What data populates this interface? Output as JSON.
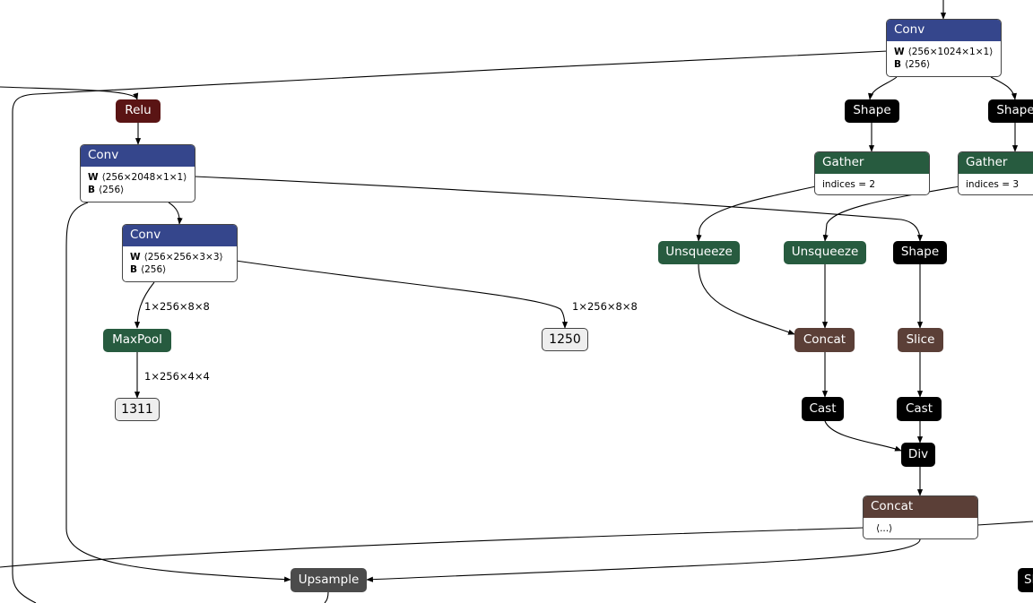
{
  "nodes": {
    "conv_top": {
      "title": "Conv",
      "attrs": [
        {
          "key": "W",
          "value": "⟨256×1024×1×1⟩"
        },
        {
          "key": "B",
          "value": "⟨256⟩"
        }
      ]
    },
    "relu": {
      "title": "Relu"
    },
    "conv_left": {
      "title": "Conv",
      "attrs": [
        {
          "key": "W",
          "value": "⟨256×2048×1×1⟩"
        },
        {
          "key": "B",
          "value": "⟨256⟩"
        }
      ]
    },
    "conv_mid": {
      "title": "Conv",
      "attrs": [
        {
          "key": "W",
          "value": "⟨256×256×3×3⟩"
        },
        {
          "key": "B",
          "value": "⟨256⟩"
        }
      ]
    },
    "maxpool": {
      "title": "MaxPool"
    },
    "const_1311": {
      "title": "1311"
    },
    "const_1250": {
      "title": "1250"
    },
    "shape_a": {
      "title": "Shape"
    },
    "shape_b": {
      "title": "Shape"
    },
    "gather_a": {
      "title": "Gather",
      "attr": "indices = 2"
    },
    "gather_b": {
      "title": "Gather",
      "attr": "indices = 3"
    },
    "unsqueeze_a": {
      "title": "Unsqueeze"
    },
    "unsqueeze_b": {
      "title": "Unsqueeze"
    },
    "shape_c": {
      "title": "Shape"
    },
    "concat_a": {
      "title": "Concat"
    },
    "slice": {
      "title": "Slice"
    },
    "cast_a": {
      "title": "Cast"
    },
    "cast_b": {
      "title": "Cast"
    },
    "div": {
      "title": "Div"
    },
    "concat_b": {
      "title": "Concat",
      "attr": "⟨...⟩"
    },
    "upsample": {
      "title": "Upsample"
    },
    "partial_right": {
      "title": "Sl"
    }
  },
  "edge_labels": {
    "conv_mid_to_maxpool": "1×256×8×8",
    "conv_mid_to_1250": "1×256×8×8",
    "maxpool_to_1311": "1×256×4×4"
  }
}
